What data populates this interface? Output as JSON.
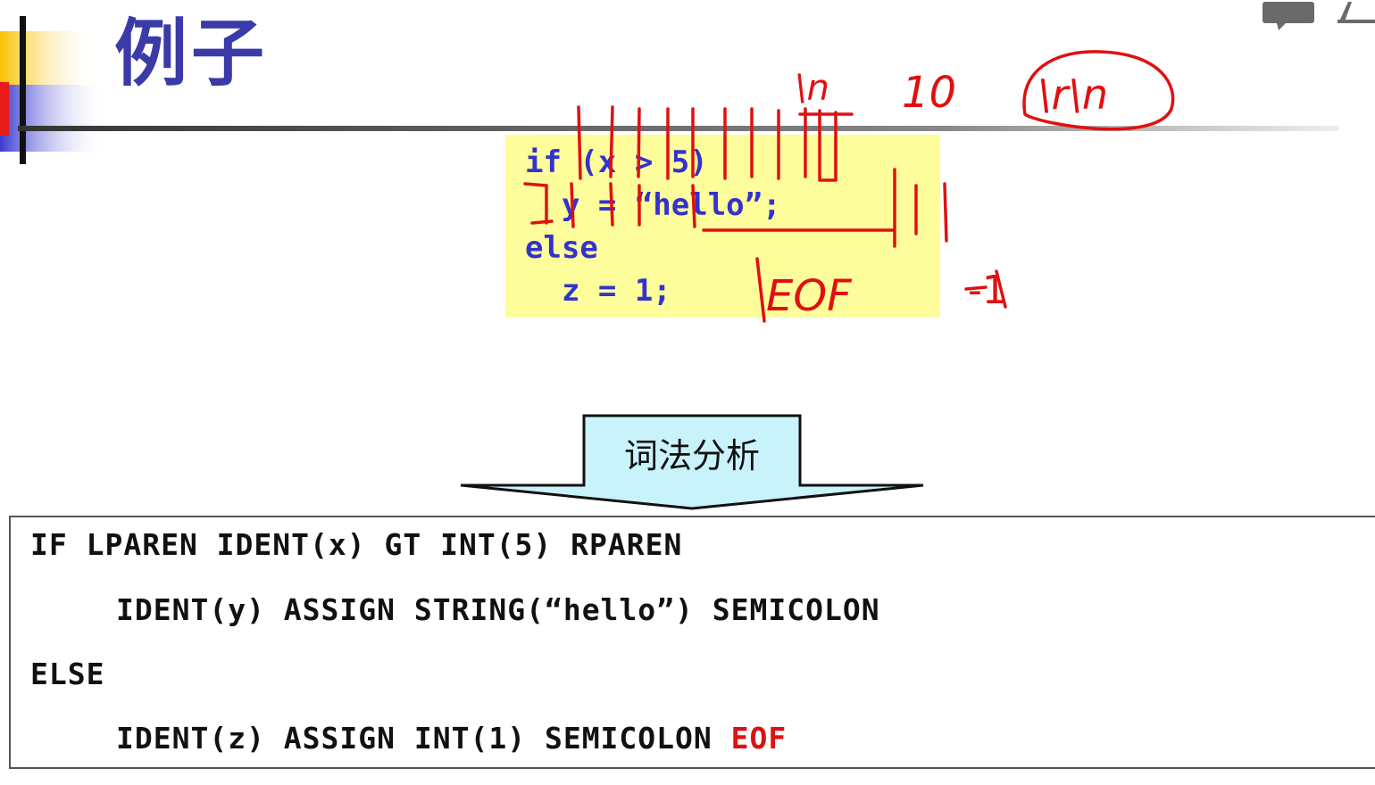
{
  "slide": {
    "title": "例子",
    "colors": {
      "title": "#3a3aa8",
      "code_bg": "#fdfd9c",
      "code_text": "#3333cc",
      "ink": "#e01010",
      "eof_token": "#dd1111",
      "arrow_fill": "#c9f3fb"
    }
  },
  "source_code": {
    "lines": [
      "if (x > 5)",
      "  y = “hello”;",
      "else",
      "  z = 1;"
    ]
  },
  "arrow": {
    "label": "词法分析"
  },
  "tokens": {
    "line1": "IF LPAREN IDENT(x) GT INT(5) RPAREN",
    "line2": "IDENT(y) ASSIGN STRING(“hello”) SEMICOLON",
    "line3": "ELSE",
    "line4": "IDENT(z) ASSIGN INT(1) SEMICOLON",
    "line4_eof": "EOF"
  },
  "annotations": {
    "eof_note": "EOF",
    "minus_one": "-1",
    "newline_note": "\\n",
    "ten_note": "10",
    "crlf_note": "\\r\\n"
  }
}
